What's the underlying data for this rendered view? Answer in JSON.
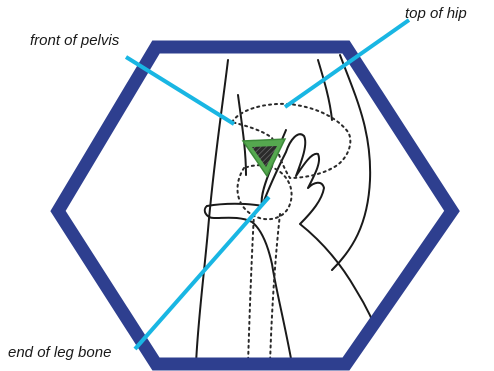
{
  "labels": {
    "front_of_pelvis": "front of pelvis",
    "top_of_hip": "top of hip",
    "end_of_leg_bone": "end of leg bone"
  },
  "colors": {
    "hexagon_border": "#2e3f8f",
    "pointer_lines": "#19b6e3",
    "marker_fill": "#55a84f",
    "marker_inner": "#2b2b2b",
    "ink": "#1a1a1a"
  },
  "icons": {
    "frame": "hexagon-frame",
    "marker": "triangle-marker"
  }
}
